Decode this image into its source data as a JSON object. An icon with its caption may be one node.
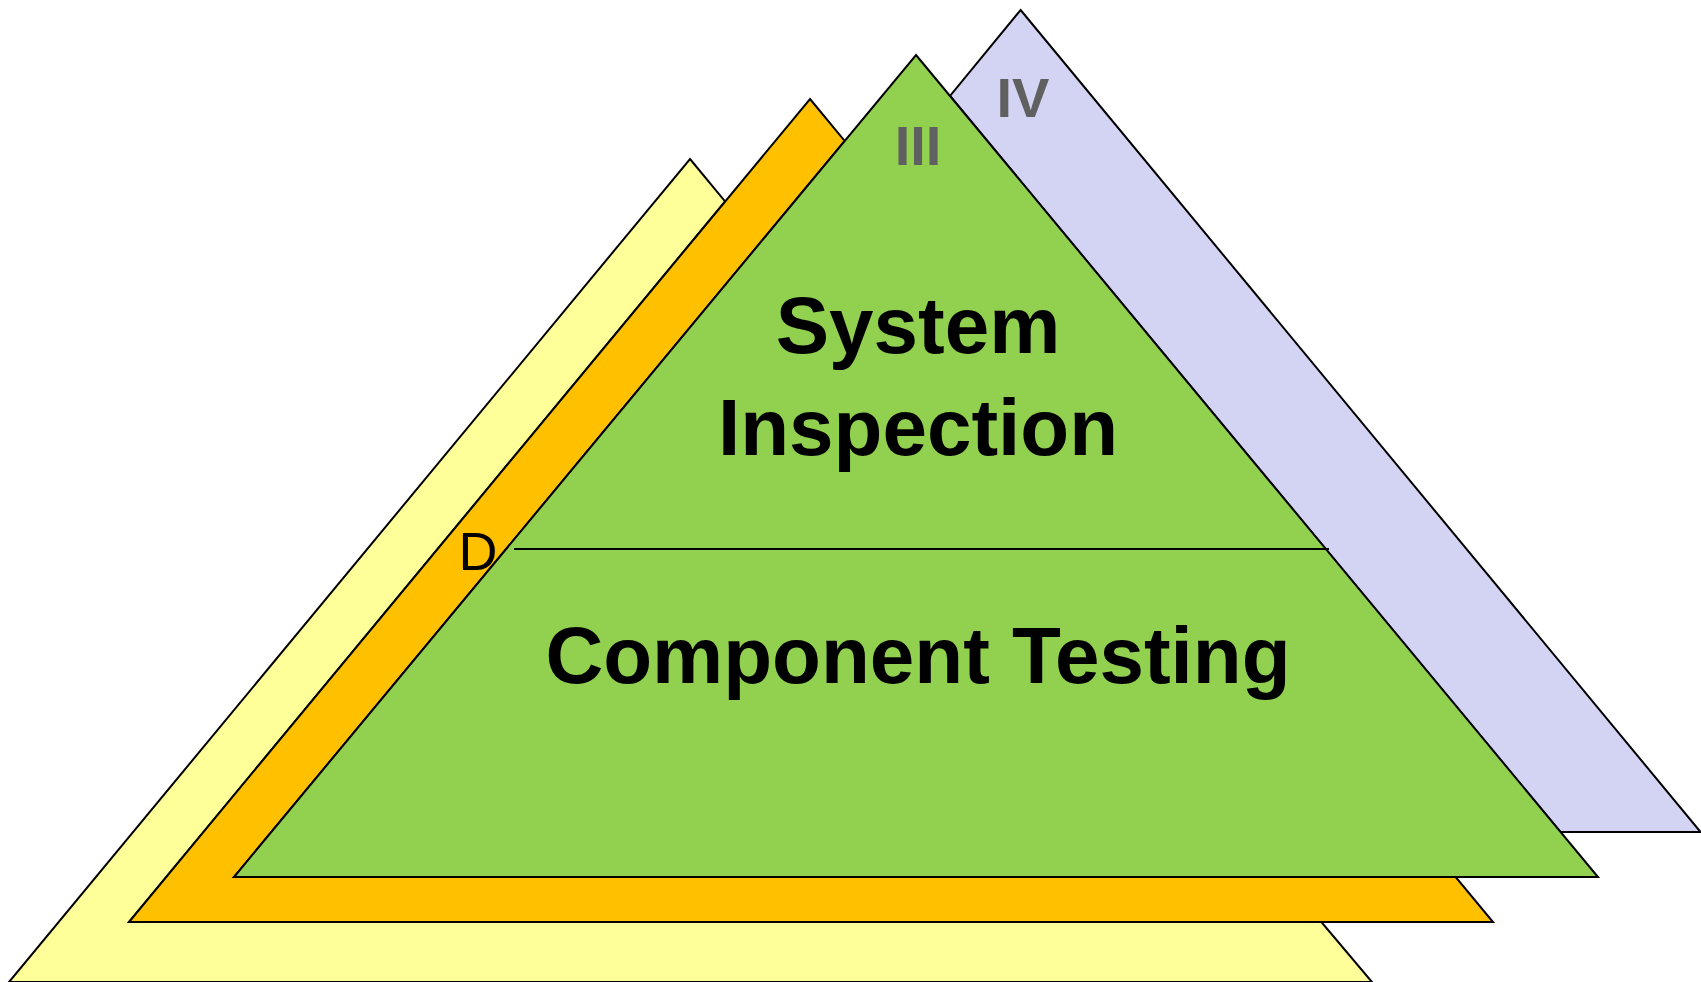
{
  "diagram": {
    "nodes": [
      {
        "text": [
          "III",
          "System Inspection",
          "Component Testing"
        ]
      },
      {
        "text": [
          "D"
        ]
      },
      {
        "text": [],
        "shape": "triangle"
      },
      {
        "text": [
          "IV"
        ]
      }
    ]
  }
}
